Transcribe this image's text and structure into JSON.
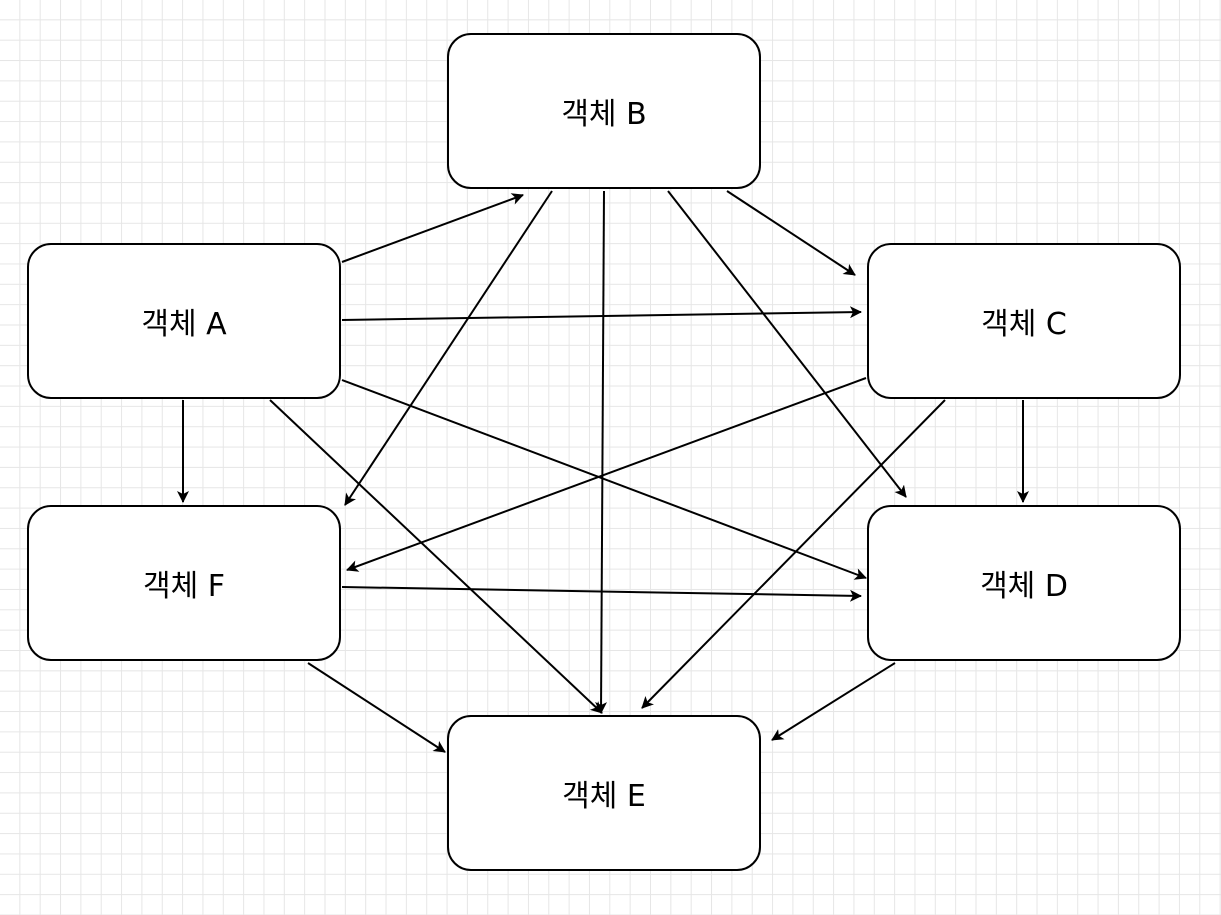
{
  "nodes": {
    "a": {
      "label": "객체 A"
    },
    "b": {
      "label": "객체 B"
    },
    "c": {
      "label": "객체 C"
    },
    "d": {
      "label": "객체 D"
    },
    "e": {
      "label": "객체 E"
    },
    "f": {
      "label": "객체 F"
    }
  },
  "edges": [
    {
      "from": "A",
      "to": "B"
    },
    {
      "from": "A",
      "to": "C"
    },
    {
      "from": "A",
      "to": "F"
    },
    {
      "from": "A",
      "to": "D"
    },
    {
      "from": "A",
      "to": "E"
    },
    {
      "from": "B",
      "to": "C"
    },
    {
      "from": "B",
      "to": "F"
    },
    {
      "from": "B",
      "to": "E"
    },
    {
      "from": "B",
      "to": "D"
    },
    {
      "from": "C",
      "to": "F"
    },
    {
      "from": "C",
      "to": "D"
    },
    {
      "from": "C",
      "to": "E"
    },
    {
      "from": "F",
      "to": "D"
    },
    {
      "from": "F",
      "to": "E"
    },
    {
      "from": "D",
      "to": "E"
    }
  ],
  "colors": {
    "stroke": "#000000",
    "background": "#ffffff",
    "grid": "#e6e6e6"
  }
}
